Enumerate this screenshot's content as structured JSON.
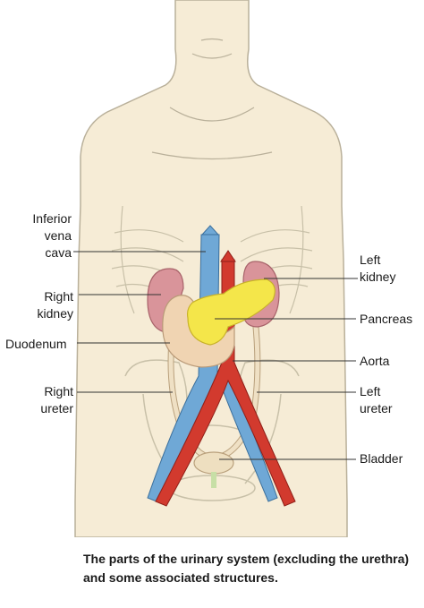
{
  "labels": {
    "inferior_vena_cava": [
      "Inferior",
      "vena",
      "cava"
    ],
    "right_kidney": [
      "Right",
      "kidney"
    ],
    "duodenum": [
      "Duodenum"
    ],
    "right_ureter": [
      "Right",
      "ureter"
    ],
    "left_kidney": [
      "Left",
      "kidney"
    ],
    "pancreas": [
      "Pancreas"
    ],
    "aorta": [
      "Aorta"
    ],
    "left_ureter": [
      "Left",
      "ureter"
    ],
    "bladder": [
      "Bladder"
    ]
  },
  "caption": "The parts of the urinary system (excluding the urethra) and some associated structures.",
  "colors": {
    "skin": "#f6ecd6",
    "outline": "#b9b09a",
    "kidney": "#d9949a",
    "vein": "#6fa8d6",
    "artery": "#d23a2e",
    "pancreas": "#f4e64a",
    "duodenum": "#f0d4b2",
    "ureter": "#efe0c4",
    "bladder": "#eedfc0"
  }
}
